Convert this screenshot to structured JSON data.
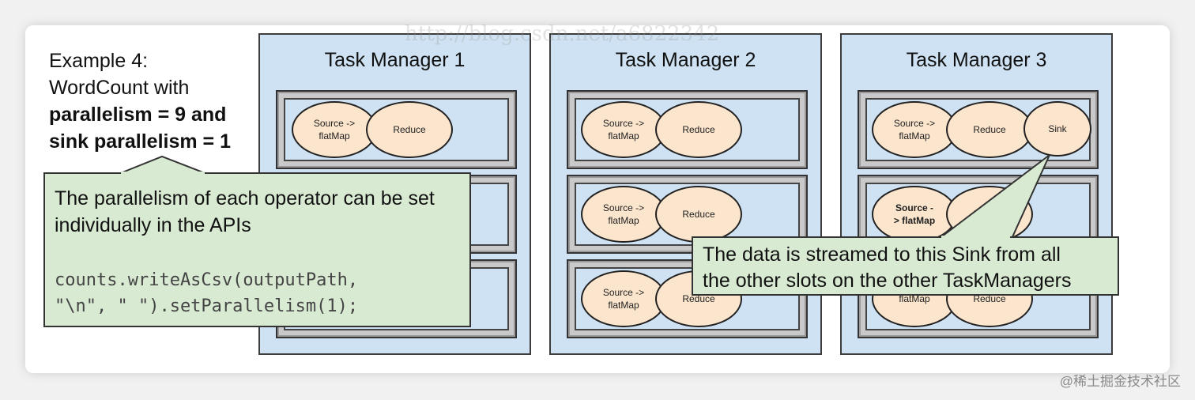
{
  "example": {
    "line1": "Example 4:",
    "line2": "WordCount with",
    "line3": "parallelism = 9 and",
    "line4": "sink parallelism = 1"
  },
  "task_managers": [
    {
      "title": "Task Manager 1"
    },
    {
      "title": "Task Manager 2"
    },
    {
      "title": "Task Manager 3"
    }
  ],
  "operators": {
    "source_line1": "Source ->",
    "source_line2": "flatMap",
    "source_bold_line1": "Source -",
    "source_bold_line2": "> flatMap",
    "reduce": "Reduce",
    "sink": "Sink"
  },
  "callout_left": {
    "line1": "The parallelism of each operator can be set",
    "line2": "individually in the APIs",
    "code1": "counts.writeAsCsv(outputPath,",
    "code2": "\"\\n\", \" \").setParallelism(1);"
  },
  "callout_right": {
    "line1": "The data is streamed to this Sink from all",
    "line2": "the other slots on the other TaskManagers"
  },
  "watermark": "http://blog.csdn.net/a6822342",
  "credit": "@稀土掘金技术社区",
  "colors": {
    "task_manager_bg": "#cfe2f3",
    "operator_bg": "#fce5cd",
    "callout_bg": "#d9ead3"
  }
}
